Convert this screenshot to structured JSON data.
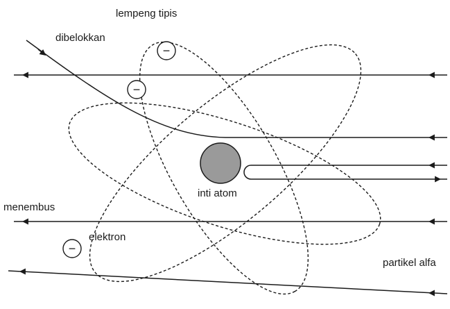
{
  "labels": {
    "foil": "lempeng tipis",
    "deflected": "dibelokkan",
    "nucleus": "inti atom",
    "penetrate": "menembus",
    "electron": "elektron",
    "alpha_particle": "partikel alfa"
  },
  "electron_sign": "−",
  "colors": {
    "stroke": "#1a1a1a",
    "nucleus_fill": "#9a9a9a",
    "background": "#ffffff"
  },
  "icons": {
    "electron": "circled-minus",
    "nucleus": "gray-filled-circle",
    "arrow": "filled-arrowhead"
  }
}
